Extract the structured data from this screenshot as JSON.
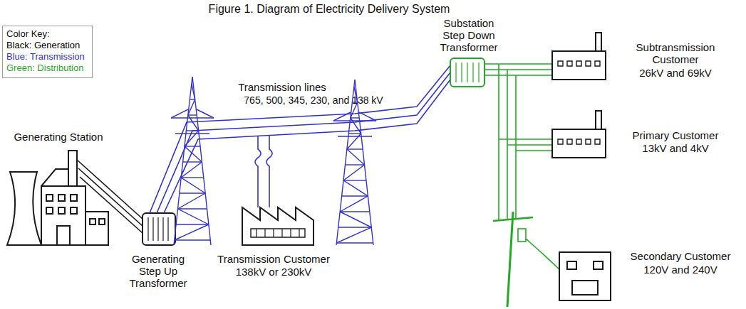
{
  "diagram": {
    "title": "Figure 1. Diagram of Electricity Delivery System",
    "nodes": [
      {
        "text": [
          "Color Key:"
        ]
      }
    ],
    "labels": [
      "Transmission lines",
      "765, 500, 345, 230, and 138 kV",
      "Generating Station",
      "Generating Step Up Transformer",
      "Transmission Customer",
      "138kV or 230kV",
      "Substation Step Down Transformer",
      "Subtransmission Customer",
      "26kV and 69kV",
      "Primary Customer",
      "13kV and 4kV",
      "Secondary Customer",
      "120V and 240V"
    ],
    "legend": [
      {
        "text": "Black: Generation",
        "color": "#000000"
      },
      {
        "text": "Blue: Transmission",
        "color": "#3333cc"
      },
      {
        "text": "Green: Distribution",
        "color": "#22aa22"
      }
    ]
  }
}
